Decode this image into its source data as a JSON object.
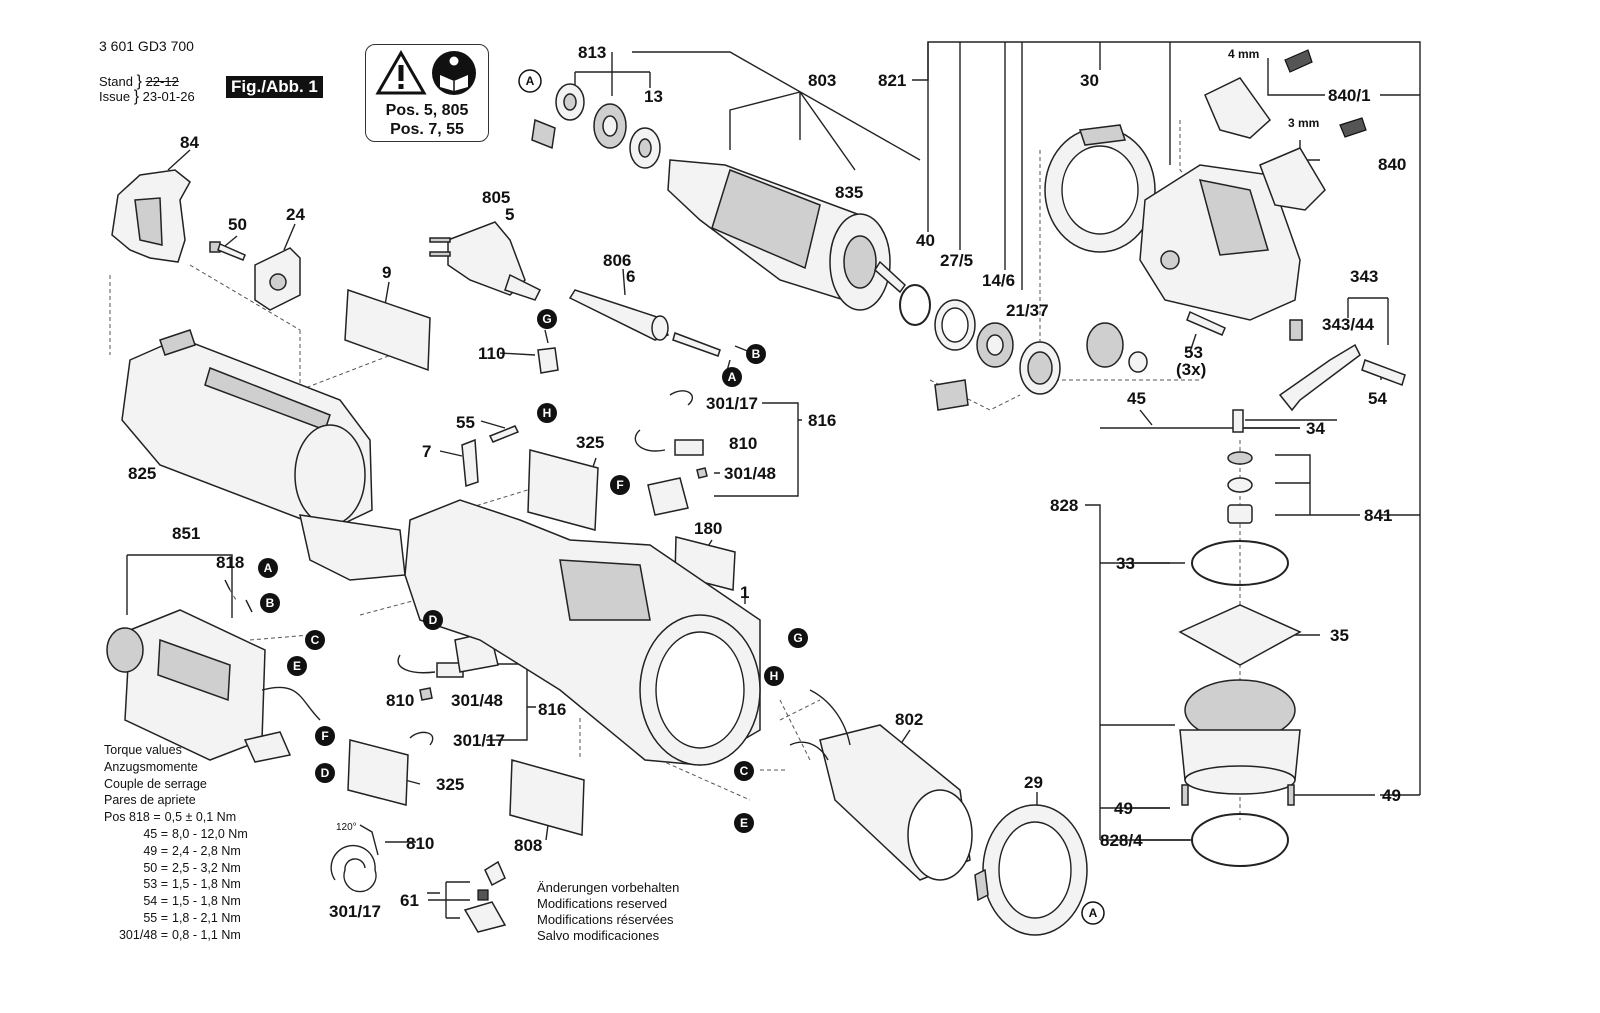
{
  "header": {
    "doc_number": "3 601 GD3 700",
    "stand_label": "Stand",
    "issue_label": "Issue",
    "stand_value": "22-12",
    "issue_value": "23-01-26",
    "figure_tag": "Fig./Abb. 1"
  },
  "warning_box": {
    "line1": "Pos. 5, 805",
    "line2": "Pos. 7, 55",
    "icons": [
      "warning-triangle-icon",
      "read-manual-icon"
    ]
  },
  "part_labels": {
    "p813": "813",
    "p803": "803",
    "p821": "821",
    "p30": "30",
    "p840_1": "840/1",
    "p840": "840",
    "p13": "13",
    "p835": "835",
    "p84": "84",
    "p50": "50",
    "p24": "24",
    "p805": "805",
    "p5": "5",
    "p806": "806",
    "p6": "6",
    "p9": "9",
    "p40": "40",
    "p27_5": "27/5",
    "p14_6": "14/6",
    "p21_37": "21/37",
    "p343": "343",
    "p343_44": "343/44",
    "p53": "53",
    "p3x": "(3x)",
    "p45": "45",
    "p54": "54",
    "p110": "110",
    "p55": "55",
    "p7": "7",
    "p301_17a": "301/17",
    "p816a": "816",
    "p810a": "810",
    "p325a": "325",
    "p301_48a": "301/48",
    "p34": "34",
    "p825": "825",
    "p828": "828",
    "p841": "841",
    "p180": "180",
    "p851": "851",
    "p818": "818",
    "p33": "33",
    "p1": "1",
    "p35": "35",
    "p810b": "810",
    "p301_48b": "301/48",
    "p816b": "816",
    "p301_17b": "301/17",
    "p802": "802",
    "p325b": "325",
    "p808": "808",
    "p29": "29",
    "p49a": "49",
    "p49b": "49",
    "p828_4": "828/4",
    "p49c": "49",
    "p810c": "810",
    "p301_17c": "301/17",
    "p61": "61",
    "dim_4mm": "4 mm",
    "dim_3mm": "3 mm",
    "angle_120": "120°"
  },
  "connector_letters": {
    "A1": "A",
    "A2": "A",
    "A3": "A",
    "A4": "A",
    "B1": "B",
    "B2": "B",
    "C1": "C",
    "C2": "C",
    "D1": "D",
    "D2": "D",
    "E1": "E",
    "E2": "E",
    "F1": "F",
    "F2": "F",
    "G1": "G",
    "G2": "G",
    "H1": "H",
    "H2": "H"
  },
  "torque": {
    "title_lines": [
      "Torque values",
      "Anzugsmomente",
      "Couple de serrage",
      "Pares de apriete"
    ],
    "rows": [
      {
        "pos": "Pos 818 =",
        "value": "0,5 ± 0,1 Nm"
      },
      {
        "pos": "45 =",
        "value": "8,0 - 12,0 Nm"
      },
      {
        "pos": "49 =",
        "value": "2,4 - 2,8 Nm"
      },
      {
        "pos": "50 =",
        "value": "2,5 - 3,2 Nm"
      },
      {
        "pos": "53 =",
        "value": "1,5 - 1,8 Nm"
      },
      {
        "pos": "54 =",
        "value": "1,5 - 1,8 Nm"
      },
      {
        "pos": "55 =",
        "value": "1,8 - 2,1 Nm"
      },
      {
        "pos": "301/48 =",
        "value": "0,8 - 1,1 Nm"
      }
    ]
  },
  "notes": [
    "Änderungen vorbehalten",
    "Modifications reserved",
    "Modifications réservées",
    "Salvo modificaciones"
  ]
}
